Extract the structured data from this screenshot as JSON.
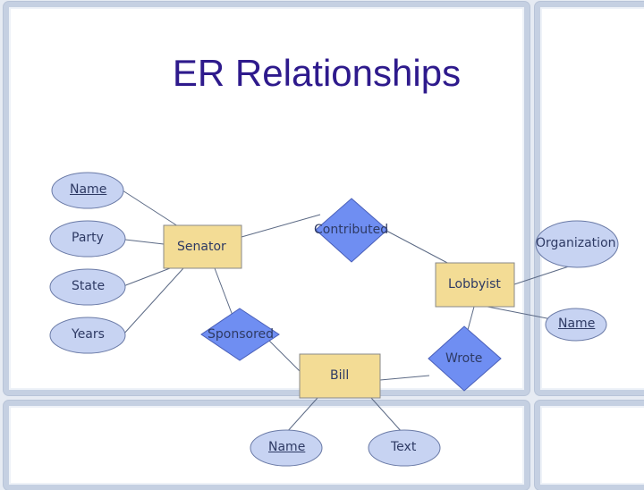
{
  "title": "ER Relationships",
  "entities": {
    "senator": "Senator",
    "lobbyist": "Lobbyist",
    "bill": "Bill"
  },
  "relationships": {
    "contributed": "Contributed",
    "sponsored": "Sponsored",
    "wrote": "Wrote"
  },
  "attributes": {
    "name_senator": "Name",
    "party": "Party",
    "state": "State",
    "years": "Years",
    "organization": "Organization",
    "name_lobbyist": "Name",
    "name_bill": "Name",
    "text": "Text"
  },
  "colors": {
    "entity_fill": "#f3dc95",
    "attribute_fill": "#c7d3f2",
    "relationship_fill": "#6f8ef2",
    "title": "#2e1a8c"
  }
}
